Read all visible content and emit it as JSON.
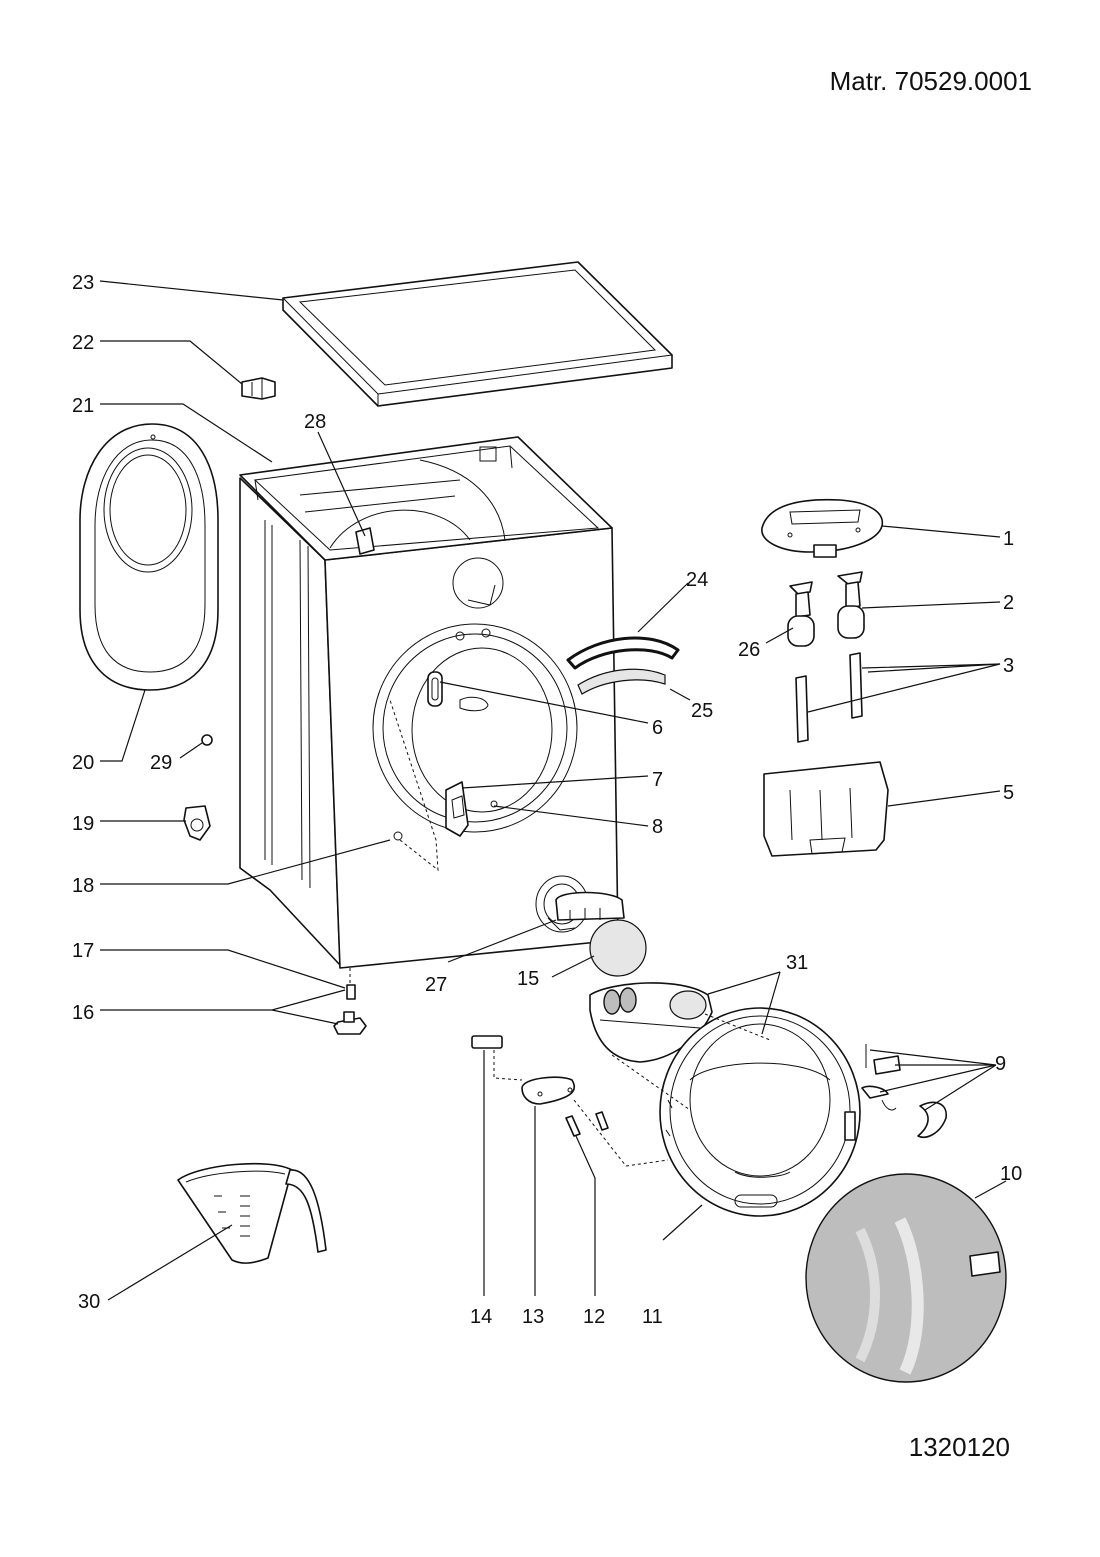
{
  "header": {
    "material": "Matr. 70529.0001",
    "drawing_number": "1320120"
  },
  "callouts": {
    "c1": "1",
    "c2": "2",
    "c3": "3",
    "c5": "5",
    "c6": "6",
    "c7": "7",
    "c8": "8",
    "c9": "9",
    "c10": "10",
    "c11": "11",
    "c12": "12",
    "c13": "13",
    "c14": "14",
    "c15": "15",
    "c16": "16",
    "c17": "17",
    "c18": "18",
    "c19": "19",
    "c20": "20",
    "c21": "21",
    "c22": "22",
    "c23": "23",
    "c24": "24",
    "c25": "25",
    "c26": "26",
    "c27": "27",
    "c28": "28",
    "c29": "29",
    "c30": "30",
    "c31": "31"
  }
}
